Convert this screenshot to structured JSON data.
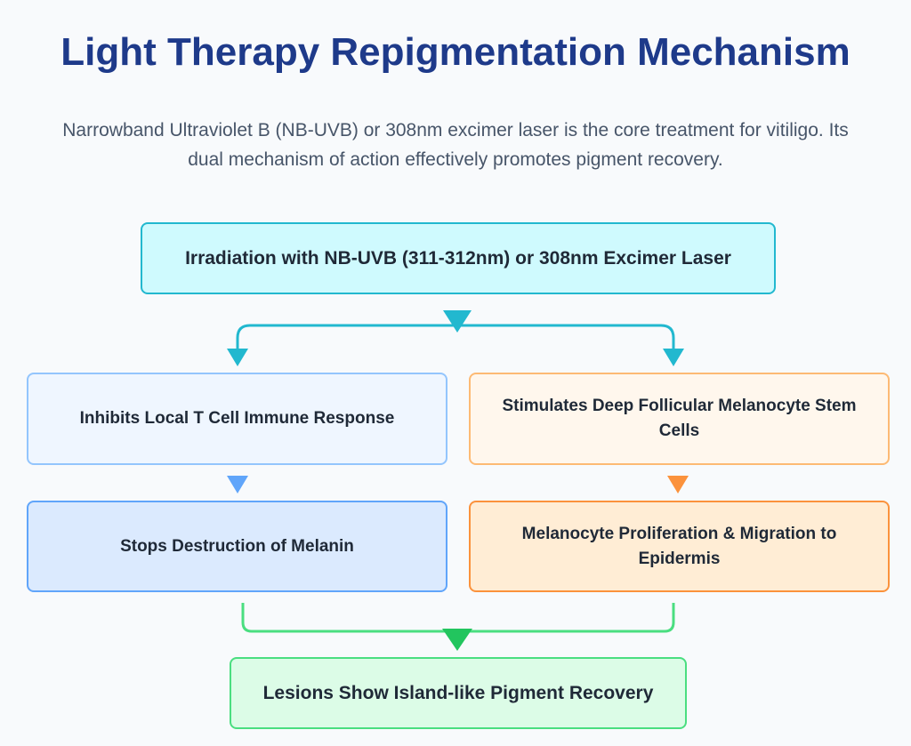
{
  "header": {
    "title": "Light Therapy Repigmentation Mechanism",
    "subtitle": "Narrowband Ultraviolet B (NB-UVB) or 308nm excimer laser is the core treatment for vitiligo. Its dual mechanism of action effectively promotes pigment recovery."
  },
  "flow": {
    "top": "Irradiation with NB-UVB (311-312nm) or 308nm Excimer Laser",
    "left_step_1": "Inhibits Local T Cell Immune Response",
    "right_step_1": "Stimulates Deep Follicular Melanocyte Stem Cells",
    "left_step_2": "Stops Destruction of Melanin",
    "right_step_2": "Melanocyte Proliferation & Migration to Epidermis",
    "bottom": "Lesions Show Island-like Pigment Recovery"
  },
  "colors": {
    "title": "#1e3a8a",
    "top_connector": "#22b8cf",
    "left_arrow": "#60a5fa",
    "right_arrow": "#fb923c",
    "bottom_connector": "#4ade80",
    "bottom_arrow": "#22c55e"
  }
}
